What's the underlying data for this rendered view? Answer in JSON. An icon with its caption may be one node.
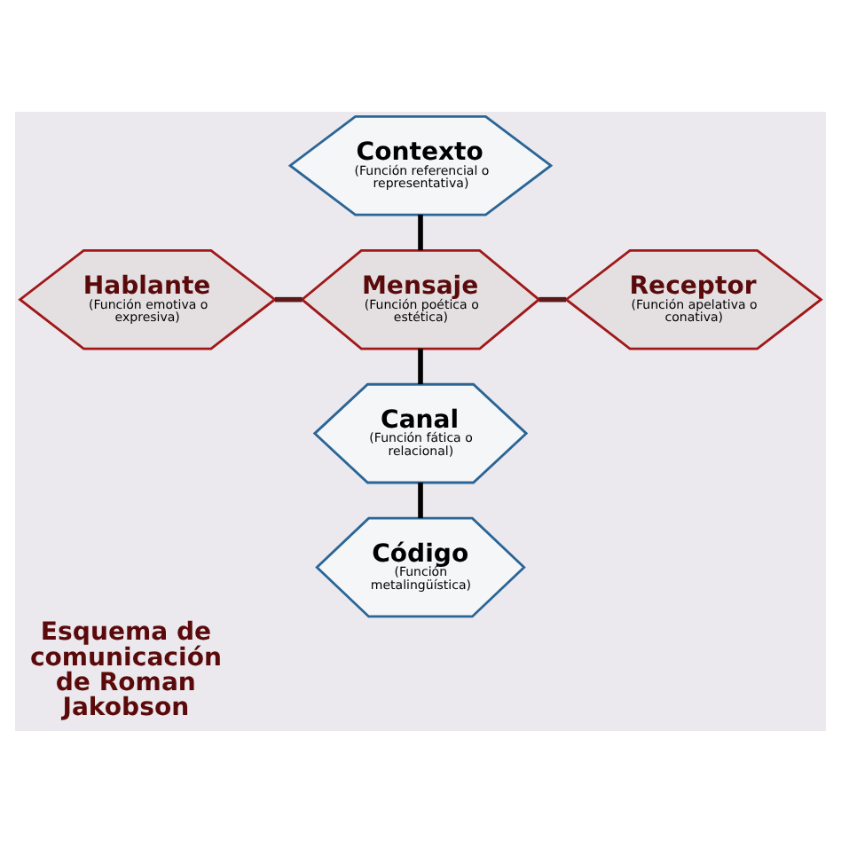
{
  "diagram": {
    "title": "Esquema de comunicación de Roman Jakobson",
    "nodes": [
      {
        "text": [
          "Contexto",
          "(Función referencial o representativa)"
        ]
      },
      {
        "text": [
          "Hablante",
          "(Función emotiva o expresiva)"
        ]
      },
      {
        "text": [
          "Mensaje",
          "(Función poética o estética)"
        ]
      },
      {
        "text": [
          "Receptor",
          "(Función apelativa o conativa)"
        ]
      },
      {
        "text": [
          "Canal",
          "(Función fática o relacional)"
        ]
      },
      {
        "text": [
          "Código",
          "(Función metalingüística)"
        ]
      }
    ],
    "edges": [
      {
        "from": 0,
        "to": 2,
        "arrow": "none"
      },
      {
        "from": 1,
        "to": 2,
        "arrow": "none",
        "color": "#5a1a1a"
      },
      {
        "from": 2,
        "to": 3,
        "arrow": "none",
        "color": "#5a1a1a"
      },
      {
        "from": 2,
        "to": 4,
        "arrow": "none"
      },
      {
        "from": 4,
        "to": 5,
        "arrow": "none"
      }
    ]
  }
}
